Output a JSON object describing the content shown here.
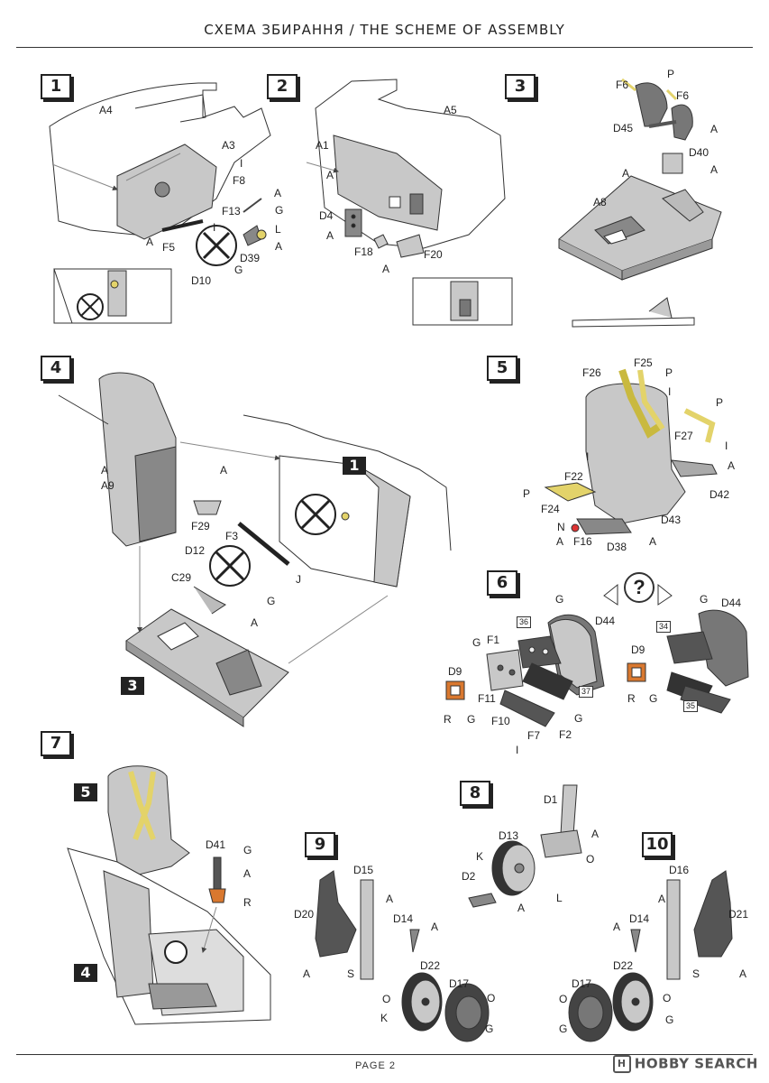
{
  "header": {
    "title": "СХЕМА ЗБИРАННЯ / THE SCHEME OF ASSEMBLY"
  },
  "footer": {
    "page": "PAGE 2",
    "watermark": "HOBBY SEARCH",
    "watermark_icon": "H"
  },
  "steps": {
    "s1": "1",
    "s2": "2",
    "s3": "3",
    "s4": "4",
    "s5": "5",
    "s6": "6",
    "s7": "7",
    "s8": "8",
    "s9": "9",
    "s10": "10"
  },
  "refs": {
    "r1": "1",
    "r3": "3",
    "r5": "5",
    "r4": "4"
  },
  "question_mark": "?",
  "labels": {
    "s1": {
      "A4": "A4",
      "A3": "A3",
      "I": "I",
      "F8": "F8",
      "A1": "A",
      "F13": "F13",
      "G1": "G",
      "L": "L",
      "A2": "A",
      "D39": "D39",
      "A3b": "A",
      "F5": "F5",
      "I2": "I",
      "G2": "G",
      "D10": "D10"
    },
    "s2": {
      "A5": "A5",
      "A1": "A1",
      "A_1": "A",
      "D4": "D4",
      "A_2": "A",
      "F18": "F18",
      "A_3": "A",
      "F20": "F20"
    },
    "s3": {
      "F6a": "F6",
      "P": "P",
      "F6b": "F6",
      "D45": "D45",
      "A_1": "A",
      "D40": "D40",
      "A_2": "A",
      "A_3": "A",
      "A8": "A8"
    },
    "s4": {
      "A_1": "A",
      "A9": "A9",
      "A_2": "A",
      "F29": "F29",
      "F3": "F3",
      "D12": "D12",
      "G": "G",
      "J": "J",
      "C29": "C29",
      "A_3": "A"
    },
    "s5": {
      "F26": "F26",
      "F25": "F25",
      "P1": "P",
      "I1": "I",
      "P2": "P",
      "F27": "F27",
      "I2": "I",
      "A1": "A",
      "I3": "I",
      "D42": "D42",
      "F22": "F22",
      "P3": "P",
      "F24": "F24",
      "D43": "D43",
      "N": "N",
      "A2": "A",
      "F16": "F16",
      "D38": "D38",
      "A3": "A"
    },
    "s6": {
      "G1": "G",
      "D44a": "D44",
      "n36": "36",
      "G2": "G",
      "F1": "F1",
      "D9a": "D9",
      "F11": "F11",
      "n37": "37",
      "R1": "R",
      "G3": "G",
      "F10": "F10",
      "G4": "G",
      "F7": "F7",
      "F2": "F2",
      "I": "I",
      "G5": "G",
      "D44b": "D44",
      "n34": "34",
      "D9b": "D9",
      "R2": "R",
      "G6": "G",
      "n35": "35"
    },
    "s7": {
      "D41": "D41",
      "G": "G",
      "A": "A",
      "R": "R"
    },
    "s8": {
      "D1": "D1",
      "D13": "D13",
      "A1": "A",
      "K": "K",
      "O": "O",
      "D2": "D2",
      "L": "L",
      "A2": "A"
    },
    "s9": {
      "D15": "D15",
      "D20": "D20",
      "A1": "A",
      "D14": "D14",
      "A2": "A",
      "A3": "A",
      "S": "S",
      "D22": "D22",
      "D17": "D17",
      "O1": "O",
      "O2": "O",
      "K": "K",
      "G": "G"
    },
    "s10": {
      "D16": "D16",
      "A1": "A",
      "D14": "D14",
      "A2": "A",
      "D21": "D21",
      "S": "S",
      "A3": "A",
      "D22": "D22",
      "D17": "D17",
      "O1": "O",
      "O2": "O",
      "G1": "G",
      "G2": "G"
    }
  },
  "colors": {
    "ink": "#222222",
    "part_grey": "#c8c8c8",
    "dark_part": "#5a5a5a",
    "belt_yellow": "#e3d36a",
    "accent_orange": "#d9782f",
    "paper": "#ffffff"
  }
}
